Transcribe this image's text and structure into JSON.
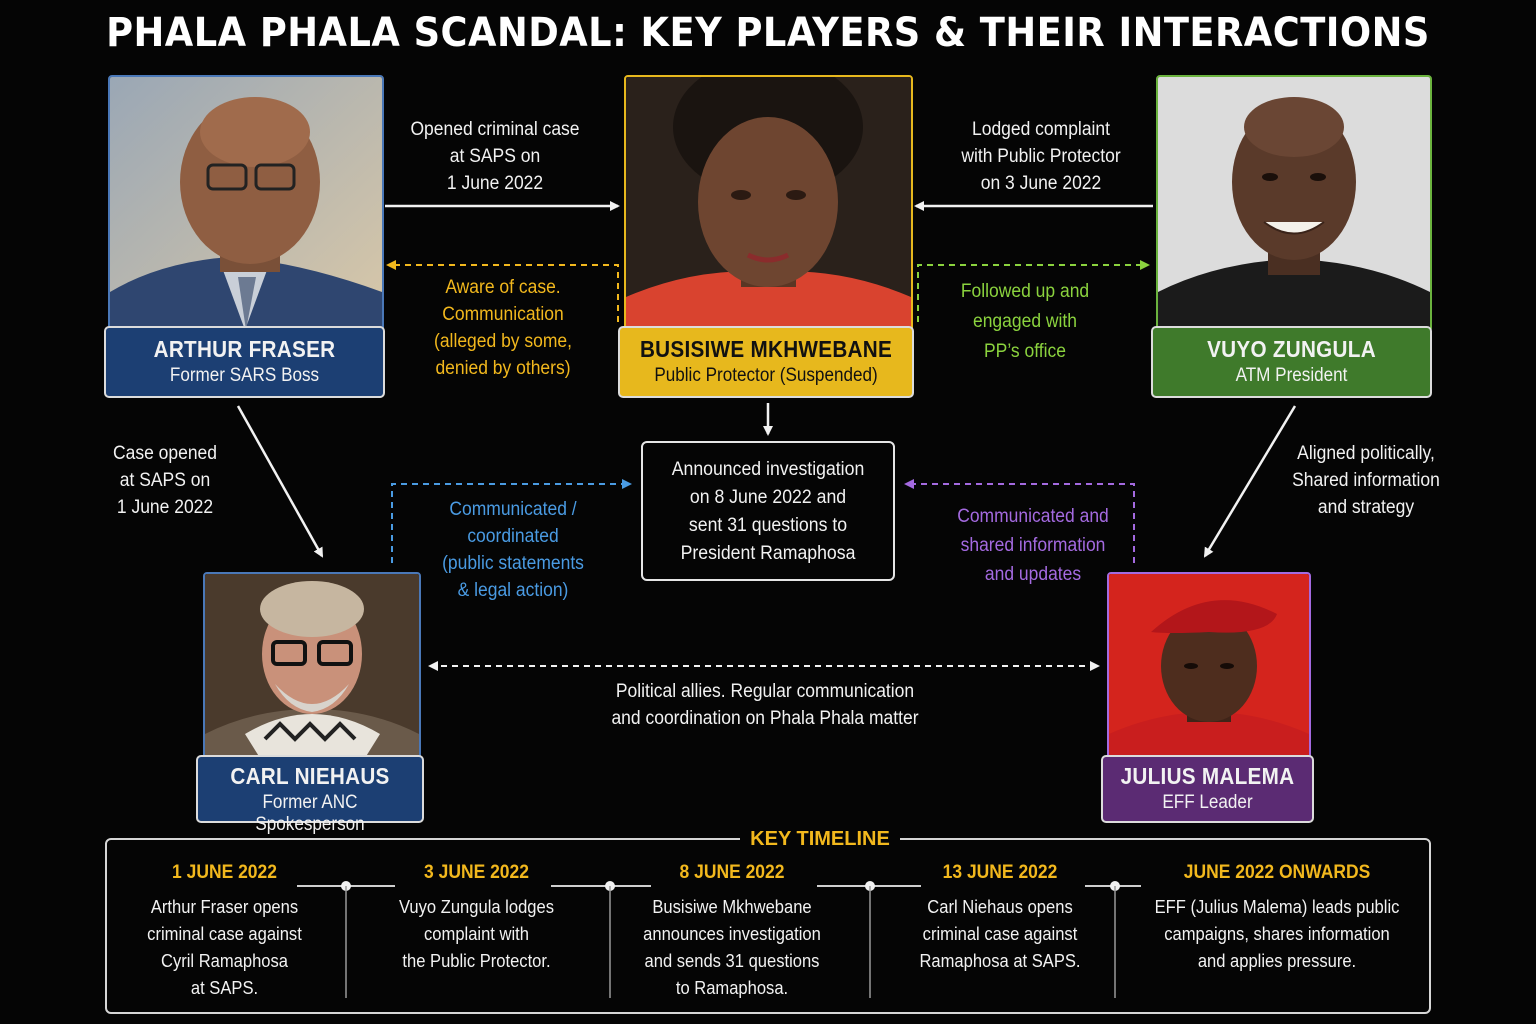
{
  "title": "PHALA PHALA SCANDAL: KEY PLAYERS & THEIR INTERACTIONS",
  "people": {
    "fraser": {
      "name": "ARTHUR FRASER",
      "role": "Former SARS Boss",
      "color": "#1c3f73"
    },
    "mkhwebane": {
      "name": "BUSISIWE MKHWEBANE",
      "role": "Public Protector (Suspended)",
      "color": "#e7b81d"
    },
    "zungula": {
      "name": "VUYO ZUNGULA",
      "role": "ATM President",
      "color": "#3f7a2b"
    },
    "niehaus": {
      "name": "CARL NIEHAUS",
      "role": "Former ANC Spokesperson",
      "color": "#1c3f73"
    },
    "malema": {
      "name": "JULIUS MALEMA",
      "role": "EFF Leader",
      "color": "#5b2b73"
    }
  },
  "interactions": {
    "fraser_to_pp": [
      "Opened criminal case",
      "at SAPS on",
      "1 June 2022"
    ],
    "pp_to_fraser": [
      "Aware of case.",
      "Communication",
      "(alleged by some,",
      "denied by others)"
    ],
    "zungula_to_pp": [
      "Lodged complaint",
      "with Public Protector",
      "on 3 June 2022"
    ],
    "pp_zungula_followup": [
      "Followed up and",
      "engaged with",
      "PP’s office"
    ],
    "fraser_to_niehaus": [
      "Case opened",
      "at SAPS on",
      "1 June 2022"
    ],
    "niehaus_to_investigation": [
      "Communicated /",
      "coordinated",
      "(public statements",
      "& legal action)"
    ],
    "malema_to_investigation": [
      "Communicated and",
      "shared information",
      "and updates"
    ],
    "zungula_to_malema": [
      "Aligned politically,",
      "Shared information",
      "and strategy"
    ],
    "niehaus_malema": [
      "Political allies. Regular communication",
      "and coordination on Phala Phala matter"
    ]
  },
  "investigation": [
    "Announced investigation",
    "on 8 June 2022 and",
    "sent 31 questions to",
    "President Ramaphosa"
  ],
  "colors": {
    "yellow": "#f2b81d",
    "green": "#8bd33e",
    "blue": "#4a9be3",
    "purple": "#a46ae0",
    "white": "#f2f2f2"
  },
  "timeline": {
    "title": "KEY TIMELINE",
    "events": [
      {
        "date": "1 JUNE 2022",
        "text": [
          "Arthur Fraser opens",
          "criminal case against",
          "Cyril Ramaphosa",
          "at SAPS."
        ]
      },
      {
        "date": "3 JUNE 2022",
        "text": [
          "Vuyo Zungula lodges",
          "complaint with",
          "the Public Protector."
        ]
      },
      {
        "date": "8 JUNE 2022",
        "text": [
          "Busisiwe Mkhwebane",
          "announces investigation",
          "and sends 31 questions",
          "to Ramaphosa."
        ]
      },
      {
        "date": "13 JUNE 2022",
        "text": [
          "Carl Niehaus opens",
          "criminal case against",
          "Ramaphosa at SAPS."
        ]
      },
      {
        "date": "JUNE 2022 ONWARDS",
        "text": [
          "EFF (Julius Malema) leads public",
          "campaigns, shares information",
          "and applies pressure."
        ]
      }
    ]
  }
}
